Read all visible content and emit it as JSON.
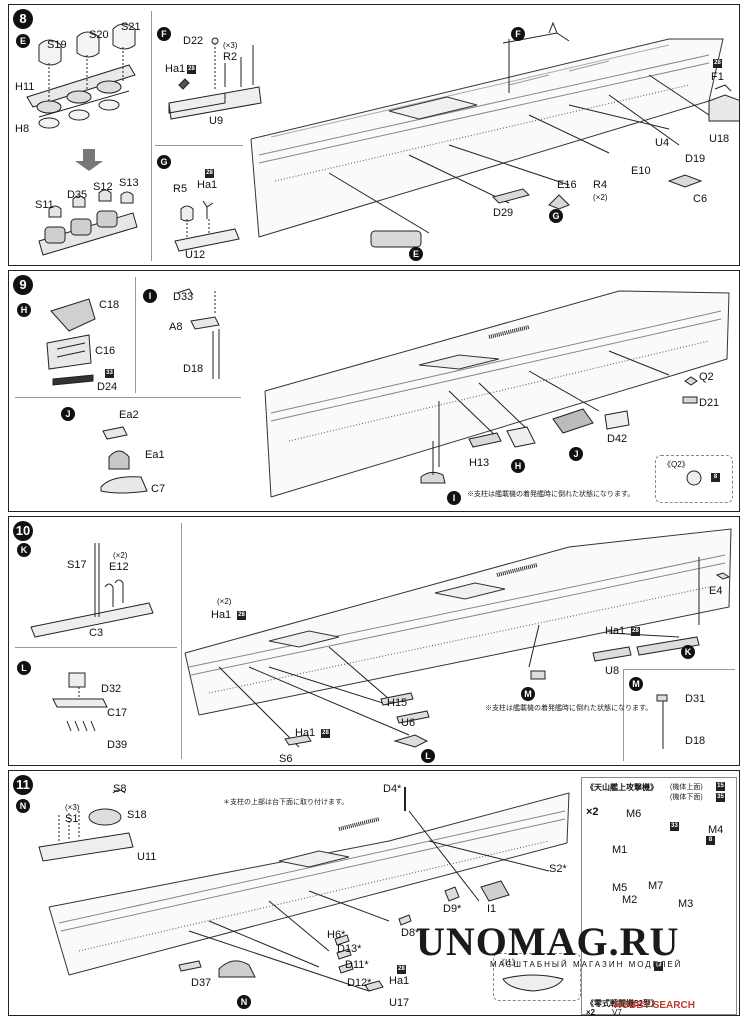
{
  "steps": {
    "s8": {
      "number": "8",
      "sub_e": "E",
      "sub_f": "F",
      "sub_g": "G",
      "labels": {
        "s19": "S19",
        "s20": "S20",
        "s21": "S21",
        "h11": "H11",
        "h8": "H8",
        "s11": "S11",
        "d35": "D35",
        "s12": "S12",
        "s13": "S13",
        "d22": "D22",
        "x3": "(×3)",
        "r2": "R2",
        "ha1": "Ha1",
        "u9": "U9",
        "r5": "R5",
        "ha1g": "Ha1",
        "u12": "U12",
        "f1": "F1",
        "u18": "U18",
        "u4": "U4",
        "d19": "D19",
        "e10": "E10",
        "r4": "R4",
        "x2": "(×2)",
        "c6": "C6",
        "e16": "E16",
        "d29": "D29"
      },
      "color_code": "28"
    },
    "s9": {
      "number": "9",
      "sub_h": "H",
      "sub_i": "I",
      "sub_j": "J",
      "labels": {
        "c18": "C18",
        "c16": "C16",
        "d24": "D24",
        "d33": "D33",
        "a8": "A8",
        "d18": "D18",
        "ea2": "Ea2",
        "ea1": "Ea1",
        "c7": "C7",
        "q2": "Q2",
        "d21": "D21",
        "d42": "D42",
        "h13": "H13",
        "q2box": "《Q2》"
      },
      "color_code_d24": "33",
      "color_code_q2": "8",
      "note": "※支柱は艦載機の着発艦時に倒れた状態になります。"
    },
    "s10": {
      "number": "10",
      "sub_k": "K",
      "sub_l": "L",
      "sub_m": "M",
      "labels": {
        "s17": "S17",
        "e12": "E12",
        "x2": "(×2)",
        "c3": "C3",
        "d32": "D32",
        "c17": "C17",
        "d39": "D39",
        "ha1a": "Ha1",
        "ha1b": "Ha1",
        "ha1c": "Ha1",
        "x2b": "(×2)",
        "h15": "H15",
        "u6": "U6",
        "s6": "S6",
        "u8": "U8",
        "e4": "E4",
        "d31": "D31",
        "d18": "D18"
      },
      "color_code": "28",
      "note": "※支柱は艦載機の着発艦時に倒れた状態になります。"
    },
    "s11": {
      "number": "11",
      "sub_n": "N",
      "labels": {
        "s8": "S8",
        "x3": "(×3)",
        "s1": "S1",
        "s18": "S18",
        "u11": "U11",
        "d4": "D4*",
        "s2": "S2*",
        "d9": "D9*",
        "i1": "I1",
        "d8": "D8*",
        "h6": "H6*",
        "d13": "D13*",
        "d11": "D11*",
        "d12": "D12*",
        "ha1": "Ha1",
        "u17": "U17",
        "d37": "D37",
        "i1box": "《I1》"
      },
      "note": "＊支柱の上部は台下面に取り付けます。",
      "color_code": "28",
      "inset": {
        "title": "《天山艦上攻撃機》",
        "count": "×2",
        "top_label": "(機体上面)",
        "bottom_label": "(機体下面)",
        "top_code": "15",
        "bottom_code": "35",
        "m6": "M6",
        "m4": "M4",
        "m1": "M1",
        "m5": "M5",
        "m7": "M7",
        "m2": "M2",
        "m3": "M3",
        "code33": "33",
        "code8": "8",
        "code14": "14",
        "title2": "《零式戦闘機52型》",
        "count2": "×2",
        "v7": "V7"
      }
    }
  },
  "watermark": {
    "main": "UNOMAG.RU",
    "sub": "МАСШТАБНЫЙ МАГАЗИН МОДЕЛЕЙ",
    "badge": "HOBBY SEARCH"
  }
}
